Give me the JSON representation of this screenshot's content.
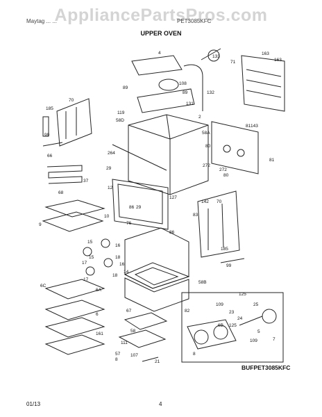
{
  "watermark": "AppliancePartsPros.com",
  "header": {
    "left_text": "Maytag ... ...",
    "right_text": "PET3085KFC"
  },
  "section_title": "UPPER OVEN",
  "part_labels": [
    "4",
    "133",
    "163",
    "71",
    "163",
    "108",
    "89",
    "89",
    "132",
    "131",
    "185",
    "70",
    "119",
    "2",
    "58D",
    "81",
    "143",
    "99",
    "58A",
    "264",
    "80",
    "29",
    "272",
    "272",
    "81",
    "66",
    "12",
    "37",
    "80",
    "68",
    "127",
    "29",
    "142",
    "70",
    "86",
    "9",
    "10",
    "83",
    "76",
    "86",
    "15",
    "16",
    "185",
    "17",
    "18",
    "99",
    "15",
    "16",
    "17",
    "18",
    "14",
    "58B",
    "6C",
    "6A",
    "82",
    "125",
    "109",
    "6",
    "67",
    "23",
    "24",
    "58",
    "25",
    "6B",
    "161",
    "5",
    "111",
    "109",
    "7",
    "57",
    "107",
    "8",
    "8",
    "21",
    "125"
  ],
  "inset_code": "BUFPET3085KFC",
  "footer": {
    "date": "01/13",
    "page": "4"
  }
}
